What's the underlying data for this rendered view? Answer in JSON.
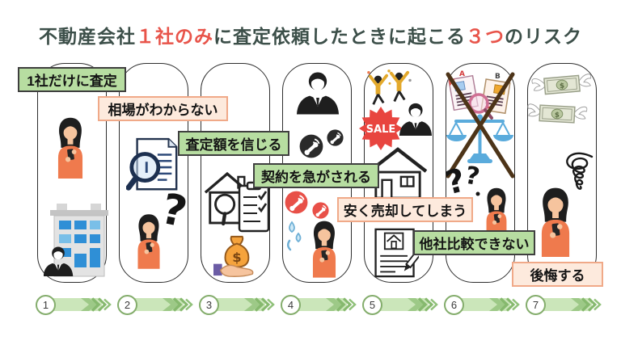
{
  "title": {
    "part1": "不動産会社",
    "highlight1": "１社のみ",
    "part2": "に査定依頼したときに起こる",
    "highlight2": "３つ",
    "part3": "のリスク"
  },
  "steps": [
    {
      "num": "1",
      "label": "1社だけに査定",
      "tone": "green"
    },
    {
      "num": "2",
      "label": "相場がわからない",
      "tone": "peach"
    },
    {
      "num": "3",
      "label": "査定額を信じる",
      "tone": "green"
    },
    {
      "num": "4",
      "label": "契約を急がされる",
      "tone": "green"
    },
    {
      "num": "5",
      "label": "安く売却してしまう",
      "tone": "peach"
    },
    {
      "num": "6",
      "label": "他社比較できない",
      "tone": "green"
    },
    {
      "num": "7",
      "label": "後悔する",
      "tone": "peach"
    }
  ],
  "glyphs": {
    "sale": "SALE",
    "doc_a": "A",
    "doc_b": "B",
    "dollar": "$",
    "question_big": "?",
    "question_small": "?"
  },
  "colors": {
    "accent_red": "#e8544a",
    "title_text": "#3c4f49",
    "label_green_bg": "#b7dda1",
    "label_peach_bg": "#fdeadd",
    "label_peach_border": "#f0a988",
    "arrow_bar_green": "#cbe6ba",
    "arrow_chevron_green": "#86b96e",
    "circle_ring_green": "#84ad6c",
    "shirt_orange": "#ef7a4d",
    "sale_red": "#e8453f",
    "phone_red": "#e85048",
    "scales_blue": "#5aabdc"
  }
}
